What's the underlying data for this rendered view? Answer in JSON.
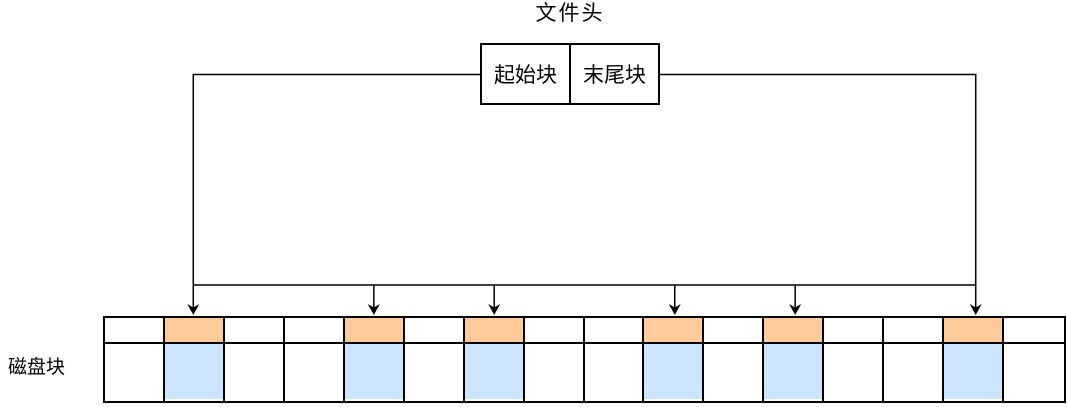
{
  "diagram": {
    "title": "文件头",
    "header_box": {
      "start_block_label": "起始块",
      "end_block_label": "末尾块"
    },
    "disk_label": "磁盘块",
    "disk_blocks": {
      "num_columns": 16,
      "pattern": [
        0,
        1,
        0,
        0,
        1,
        0,
        1,
        0,
        0,
        1,
        0,
        1,
        0,
        0,
        1,
        0
      ],
      "allocated_column_indices": [
        1,
        4,
        6,
        9,
        11,
        14
      ]
    },
    "colors": {
      "allocated_top_fill": "#FFCC99",
      "allocated_bottom_fill": "#CCE5FF",
      "line_color": "#000000",
      "background": "#FFFFFF"
    }
  }
}
